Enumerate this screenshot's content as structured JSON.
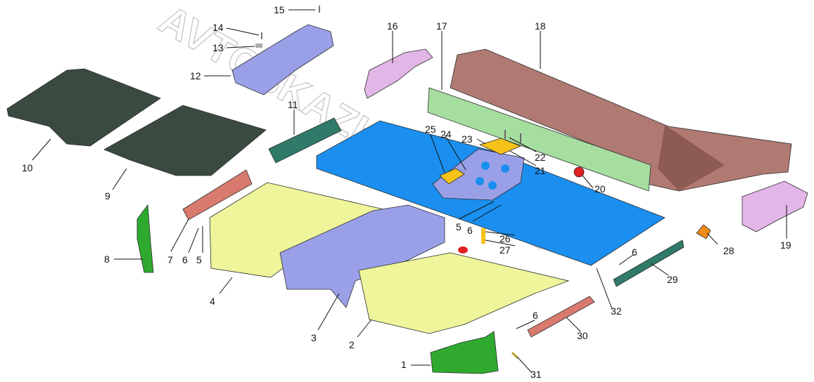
{
  "watermark": "AVTOSKAZKA.ONLINE",
  "colors": {
    "floor_blue": "#1a8fef",
    "yellow": "#eef59a",
    "violet": "#9aa0e8",
    "pink": "#e2b6e6",
    "green": "#2faa2f",
    "mint": "#a6dea0",
    "brown": "#b07a72",
    "teal": "#2f7a68",
    "red_bar": "#d97a6e",
    "gold": "#f5c21a",
    "orange": "#f08a1a",
    "mat_dark": "#3a4a40"
  },
  "labels": [
    "1",
    "2",
    "3",
    "4",
    "5",
    "5",
    "6",
    "6",
    "6",
    "6",
    "7",
    "8",
    "9",
    "10",
    "11",
    "12",
    "13",
    "14",
    "15",
    "16",
    "17",
    "18",
    "19",
    "20",
    "21",
    "22",
    "23",
    "24",
    "25",
    "26",
    "27",
    "28",
    "29",
    "30",
    "31",
    "32"
  ]
}
